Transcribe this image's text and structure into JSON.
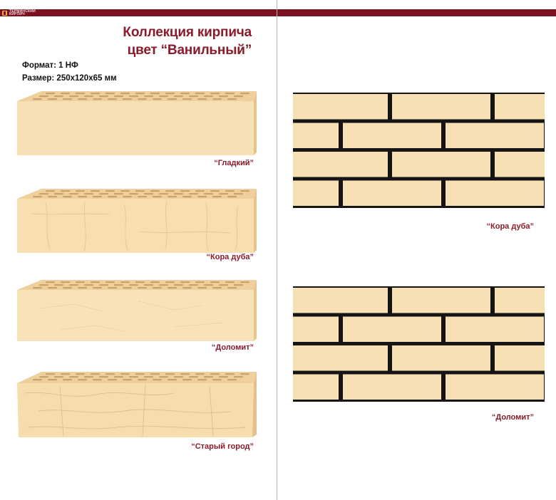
{
  "brand": {
    "logo_text": "ТЕРМИНСКИЙ\nКИРПИЧ"
  },
  "header": {
    "title_line1": "Коллекция кирпича",
    "title_line2": "цвет “Ванильный”",
    "format": "Формат: 1 НФ",
    "size": "Размер: 250х120х65 мм"
  },
  "bricks": [
    {
      "caption": "“Гладкий”",
      "texture": "smooth"
    },
    {
      "caption": "“Кора дуба”",
      "texture": "bark"
    },
    {
      "caption": "“Доломит”",
      "texture": "dolomite"
    },
    {
      "caption": "“Старый город”",
      "texture": "old-town"
    }
  ],
  "walls": [
    {
      "caption": "“Кора дуба”",
      "texture": "bark"
    },
    {
      "caption": "“Доломит”",
      "texture": "dolomite"
    }
  ],
  "colors": {
    "accent": "#8b1a2a",
    "brand_bar": "#7a1020",
    "brick_face": "#f7dfb3",
    "brick_top": "#efd09c",
    "mortar": "#141414"
  }
}
